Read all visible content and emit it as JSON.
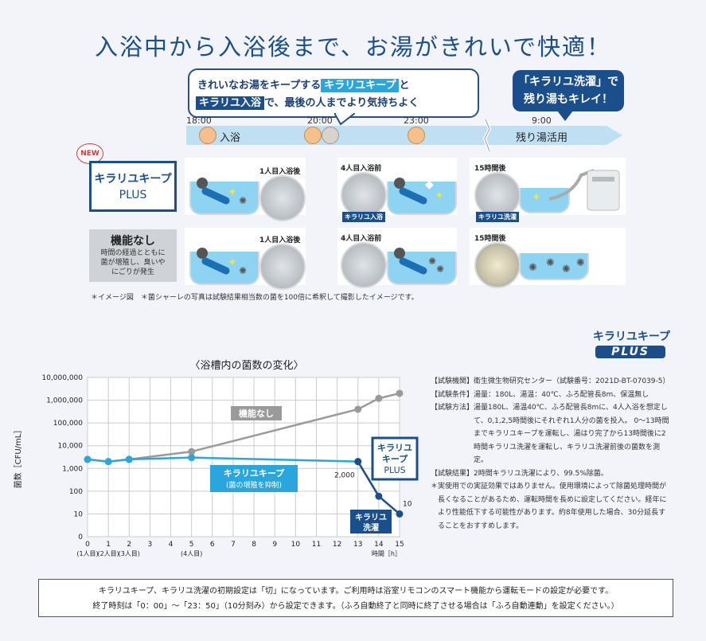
{
  "headline": "入浴中から入浴後まで、お湯がきれいで快適！",
  "bubble_main": {
    "line1_pre": "きれいなお湯をキープする",
    "line1_hl": "キラリユキープ",
    "line1_post": "と",
    "line2_hl": "キラリユ入浴",
    "line2_post": "で、最後の人までより気持ちよく"
  },
  "bubble_side": {
    "line1": "「キラリユ洗濯」で",
    "line2": "残り湯もキレイ！"
  },
  "timeline": {
    "times": [
      "18:00",
      "20:00",
      "23:00",
      "9:00"
    ],
    "phase_bath": "入浴",
    "phase_after": "残り湯活用"
  },
  "rows": {
    "new_badge": "NEW",
    "keep_label_1": "キラリユキープ",
    "keep_label_2": "PLUS",
    "none_title": "機能なし",
    "none_desc_1": "時間の経過とともに",
    "none_desc_2": "菌が増殖し、臭いや",
    "none_desc_3": "にごりが発生",
    "dish_label_1": "1人目入浴後",
    "dish_label_4": "4人目入浴前",
    "dish_label_15": "15時間後",
    "tag_bath": "キラリユ入浴",
    "tag_wash": "キラリユ洗濯"
  },
  "caption": "＊イメージ図　＊菌シャーレの写真は試験結果相当数の菌を100倍に希釈して撮影したイメージです。",
  "logo": {
    "line1": "キラリユキープ",
    "line2": "PLUS"
  },
  "chart_data": {
    "type": "line",
    "title": "〈浴槽内の菌数の変化〉",
    "ylabel": "菌数［CFU/mL］",
    "xlabel": "時間［h］",
    "y_scale": "log-like",
    "y_ticks": [
      "0",
      "10",
      "100",
      "1,000",
      "10,000",
      "100,000",
      "1,000,000",
      "10,000,000"
    ],
    "x_ticks": [
      "0",
      "1",
      "2",
      "3",
      "4",
      "5",
      "6",
      "7",
      "8",
      "9",
      "10",
      "11",
      "12",
      "13",
      "14",
      "15"
    ],
    "x_sub_labels": [
      {
        "x": 0,
        "label": "(1人目)"
      },
      {
        "x": 1,
        "label": "(2人目)"
      },
      {
        "x": 2,
        "label": "(3人目)"
      },
      {
        "x": 5,
        "label": "(4人目)"
      }
    ],
    "xlim": [
      0,
      15
    ],
    "grid": true,
    "series": [
      {
        "name": "機能なし",
        "color": "#9a9a9a",
        "x": [
          0,
          1,
          2,
          5,
          13,
          14,
          15
        ],
        "y": [
          2500,
          2000,
          2500,
          5500,
          400000,
          1200000,
          2000000
        ]
      },
      {
        "name": "キラリユキープ",
        "sub": "(菌の増殖を抑制)",
        "color": "#2aa6de",
        "x": [
          0,
          1,
          2,
          5,
          13
        ],
        "y": [
          2500,
          2000,
          2500,
          3000,
          2000
        ]
      },
      {
        "name": "キラリユキープPLUS",
        "color": "#1b4f8c",
        "x": [
          13,
          14,
          15
        ],
        "y": [
          2000,
          60,
          10
        ]
      }
    ],
    "labels": {
      "none": "機能なし",
      "keep": "キラリユキープ",
      "keep_sub": "(菌の増殖を抑制)",
      "plus_1": "キラリユ",
      "plus_2": "キープ",
      "plus_3": "PLUS",
      "wash_1": "キラリユ",
      "wash_2": "洗濯",
      "val_2000": "2,000",
      "val_10": "10"
    },
    "colors": {
      "none": "#9a9a9a",
      "keep": "#2aa6de",
      "plus": "#1b4f8c"
    }
  },
  "test_info": [
    {
      "k": "【試験機関】",
      "v": "衛生微生物研究センター（試験番号：2021D-BT-07039-5）"
    },
    {
      "k": "【試験条件】",
      "v": "湯量：180L、湯温：40℃、ふろ配管長8m、保温無し"
    },
    {
      "k": "【試験方法】",
      "v": "湯量180L、湯温40℃、ふろ配管長8mに、4人入浴を想定して、0,1,2,5時間後にそれぞれ1人分の菌を投入。 0〜13時間までキラリユキープを運転し、湯はり完了から13時間後に2時間キラリユ洗濯を運転し、キラリユ洗濯前後の菌数を測定。"
    },
    {
      "k": "【試験結果】",
      "v": "2時間キラリユ洗濯により、99.5%除菌。"
    },
    {
      "k": "＊",
      "v": "実使用での実証効果ではありません。使用環境によって除菌処理時間が長くなることがあるため、運転時間を長めに設定してください。経年により性能低下する可能性があります。約8年使用した場合、30分延長することをおすすめします。"
    }
  ],
  "note": {
    "line1": "キラリユキープ、キラリユ洗濯の初期設定は「切」になっています。ご利用時は浴室リモコンのスマート機能から運転モードの設定が必要です。",
    "line2": "終了時刻は「0：00」〜「23：50」（10分刻み）から設定できます。（ふろ自動終了と同時に終了させる場合は「ふろ自動連動」を設定ください。）"
  }
}
